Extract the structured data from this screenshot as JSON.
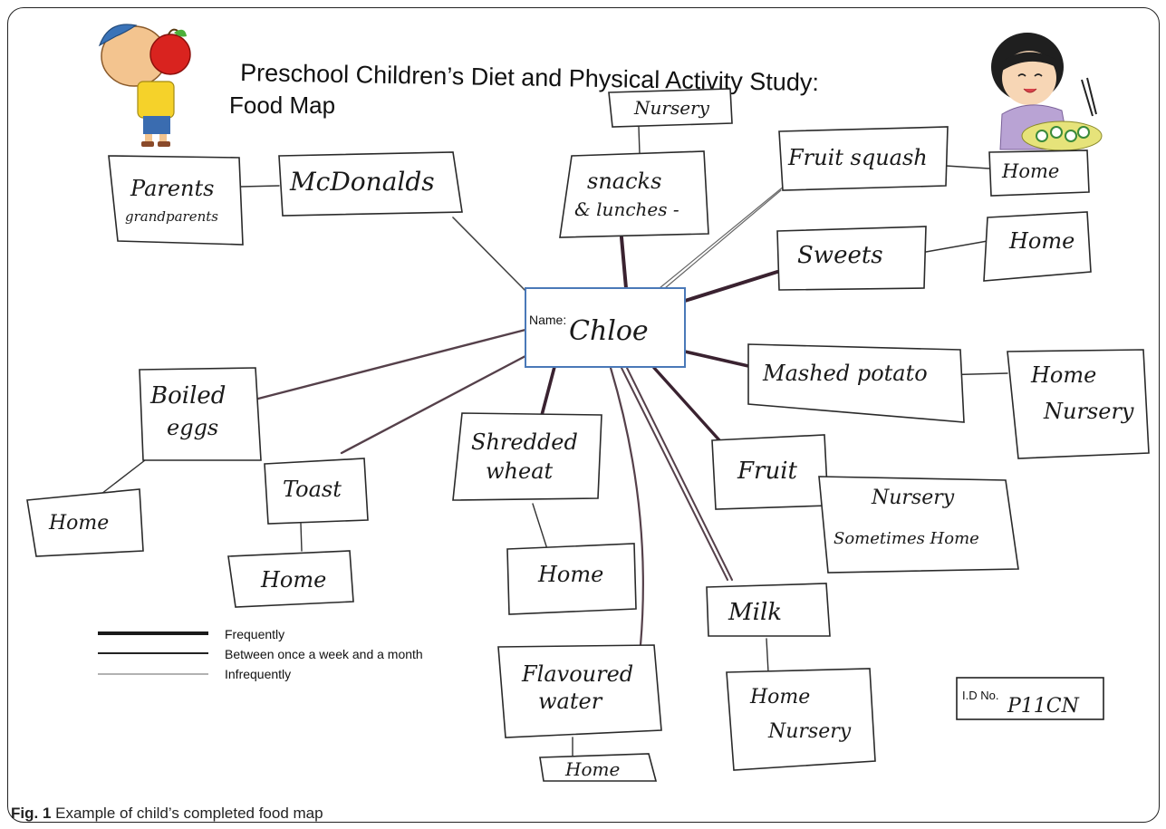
{
  "title": {
    "line1": "Preschool Children’s Diet and Physical Activity Study:",
    "line2": "Food Map"
  },
  "center": {
    "prefix": "Name:",
    "name": "Chloe"
  },
  "foods": {
    "mcdonalds": "McDonalds",
    "snacks": "snacks",
    "snacks2": "& lunches -",
    "fruit_squash": "Fruit squash",
    "sweets": "Sweets",
    "mashed": "Mashed potato",
    "fruit": "Fruit",
    "milk": "Milk",
    "flavoured": "Flavoured",
    "flavoured2": "water",
    "shredded": "Shredded",
    "shredded2": "wheat",
    "toast": "Toast",
    "boiled": "Boiled",
    "boiled2": "eggs"
  },
  "places": {
    "parents": "Parents",
    "parents2": "grandparents",
    "snacks_place": "Nursery",
    "fruit_squash_place": "Home",
    "sweets_place": "Home",
    "mashed_place": "Home",
    "mashed_place2": "Nursery",
    "fruit_place": "Nursery",
    "fruit_place2": "Sometimes Home",
    "milk_place": "Home",
    "milk_place2": "Nursery",
    "flavoured_place": "Home",
    "shredded_place": "Home",
    "toast_place": "Home",
    "boiled_place": "Home"
  },
  "legend": {
    "frequently": "Frequently",
    "monthly": "Between once a week and a month",
    "infrequently": "Infrequently"
  },
  "id": {
    "label": "I.D No.",
    "value": "P11CN"
  },
  "caption": {
    "bold": "Fig. 1",
    "text": " Example of child’s completed food map"
  },
  "colors": {
    "frequent": "#3a2230",
    "monthly": "#55404a",
    "infrequent": "#6a6a6a",
    "center_border": "#4a79b8"
  }
}
